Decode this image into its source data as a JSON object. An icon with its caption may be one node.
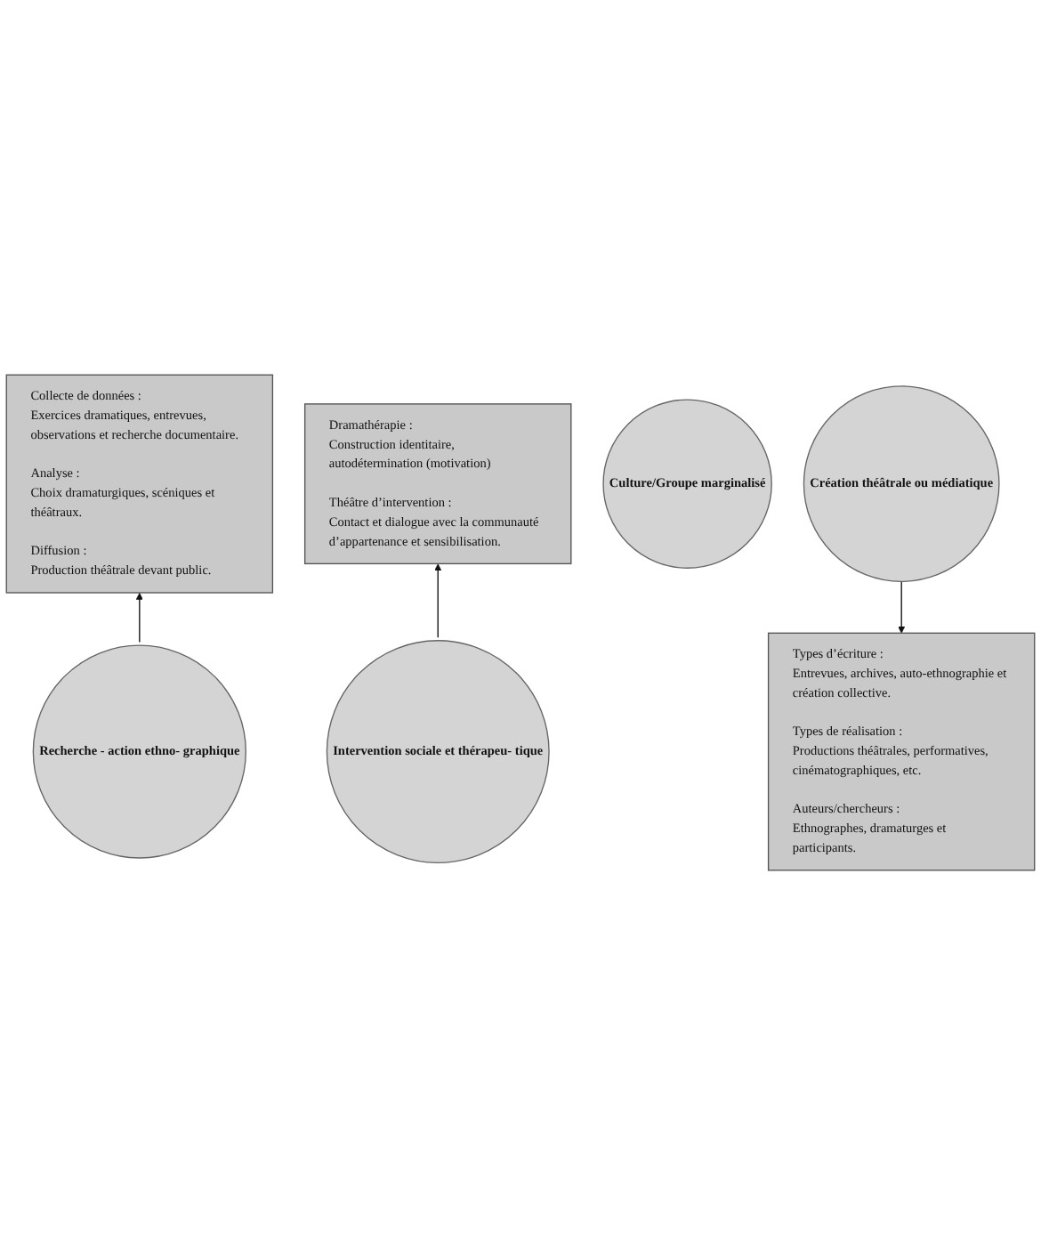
{
  "diagram": {
    "nodes": [
      {
        "text": [
          "Collecte de données :",
          "Exercices dramatiques, entrevues, observations et recherche documentaire.",
          "Analyse :",
          "Choix dramaturgiques, scéniques et théâtraux.",
          "Diffusion :",
          "Production théâtrale devant public."
        ]
      },
      {
        "text": [
          "Dramathérapie :",
          "Construction identitaire, autodétermination (motivation)",
          "Théâtre d’intervention :",
          "Contact et dialogue avec la communauté d’appartenance et sensibilisation."
        ]
      },
      {
        "text": [
          "Intervention sociale et thérapeu- tique"
        ]
      },
      {
        "text": [
          "Recherche - action ethno- graphique"
        ]
      },
      {
        "text": [
          "Culture/Groupe marginalisé"
        ]
      },
      {
        "text": [
          "Création théâtrale ou médiatique"
        ]
      },
      {
        "text": [
          "Types d’écriture :",
          "Entrevues, archives, auto-ethnographie et création collective.",
          "Types de réalisation :",
          "Productions théâtrales, performatives, cinématographiques, etc.",
          "Auteurs/chercheurs :",
          "Ethnographes, dramaturges et participants."
        ]
      }
    ],
    "edges": [
      {
        "from": 3,
        "to": 0,
        "arrow": "to"
      },
      {
        "from": 2,
        "to": 1,
        "arrow": "to"
      },
      {
        "from": 5,
        "to": 6,
        "arrow": "to"
      }
    ]
  }
}
